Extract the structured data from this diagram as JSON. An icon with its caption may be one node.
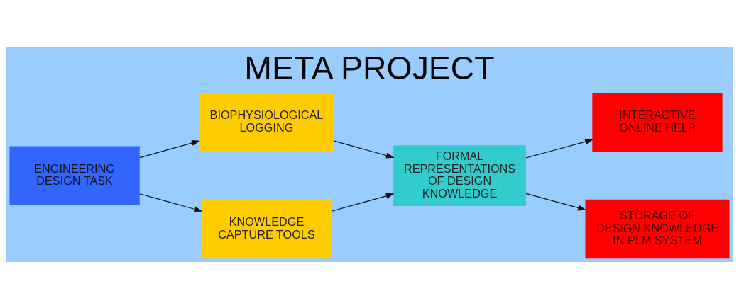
{
  "diagram": {
    "title": "META PROJECT",
    "nodes": [
      {
        "text": [
          "ENGINEERING DESIGN TASK"
        ]
      },
      {
        "text": [
          "BIOPHYSIOLOGICAL LOGGING"
        ]
      },
      {
        "text": [
          "KNOWLEDGE CAPTURE TOOLS"
        ]
      },
      {
        "text": [
          "FORMAL REPRESENTATIONS OF DESIGN KNOWLEDGE"
        ]
      },
      {
        "text": [
          "INTERACTIVE ONLINE HELP"
        ]
      },
      {
        "text": [
          "STORAGE OF DESIGN KNOWLEDGE IN PLM SYSTEM"
        ]
      }
    ],
    "edges": [
      {
        "from": 0,
        "to": 1,
        "arrow": "to"
      },
      {
        "from": 0,
        "to": 2,
        "arrow": "to"
      },
      {
        "from": 1,
        "to": 3,
        "arrow": "to"
      },
      {
        "from": 2,
        "to": 3,
        "arrow": "to"
      },
      {
        "from": 3,
        "to": 4,
        "arrow": "to"
      },
      {
        "from": 3,
        "to": 5,
        "arrow": "to"
      }
    ]
  }
}
